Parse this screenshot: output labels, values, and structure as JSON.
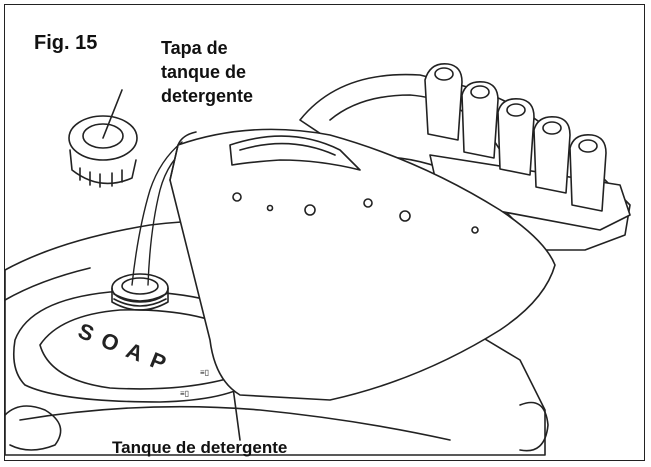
{
  "figure": {
    "label": "Fig. 15",
    "lid_callout": [
      "Tapa de",
      "tanque de",
      "detergente"
    ],
    "tank_callout": "Tanque de detergente",
    "tank_marking": "SOAP"
  },
  "colors": {
    "line": "#222222",
    "background": "#ffffff"
  }
}
